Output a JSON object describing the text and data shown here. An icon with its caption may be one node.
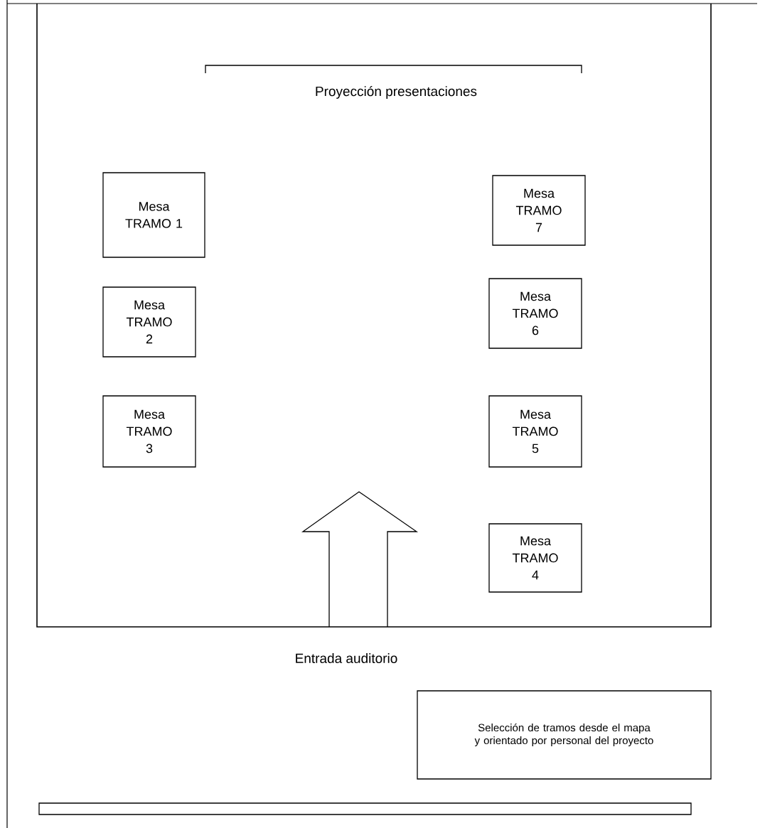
{
  "diagram": {
    "nodes": [
      {
        "text": [
          "Mesa TRAMO 1"
        ]
      },
      {
        "text": [
          "Mesa TRAMO 7"
        ]
      },
      {
        "text": [
          "Mesa TRAMO 2"
        ]
      },
      {
        "text": [
          "Mesa TRAMO 6"
        ]
      },
      {
        "text": [
          "Mesa TRAMO 3"
        ]
      },
      {
        "text": [
          "Mesa TRAMO 5"
        ]
      },
      {
        "text": [
          "Mesa TRAMO 4"
        ]
      },
      {
        "text": [
          "Selección de tramos desde el mapa y orientado por personal del proyecto"
        ]
      },
      {
        "text": [],
        "shape": "bar"
      }
    ],
    "labels": [
      "Proyección presentaciones",
      "Entrada auditorio"
    ]
  }
}
